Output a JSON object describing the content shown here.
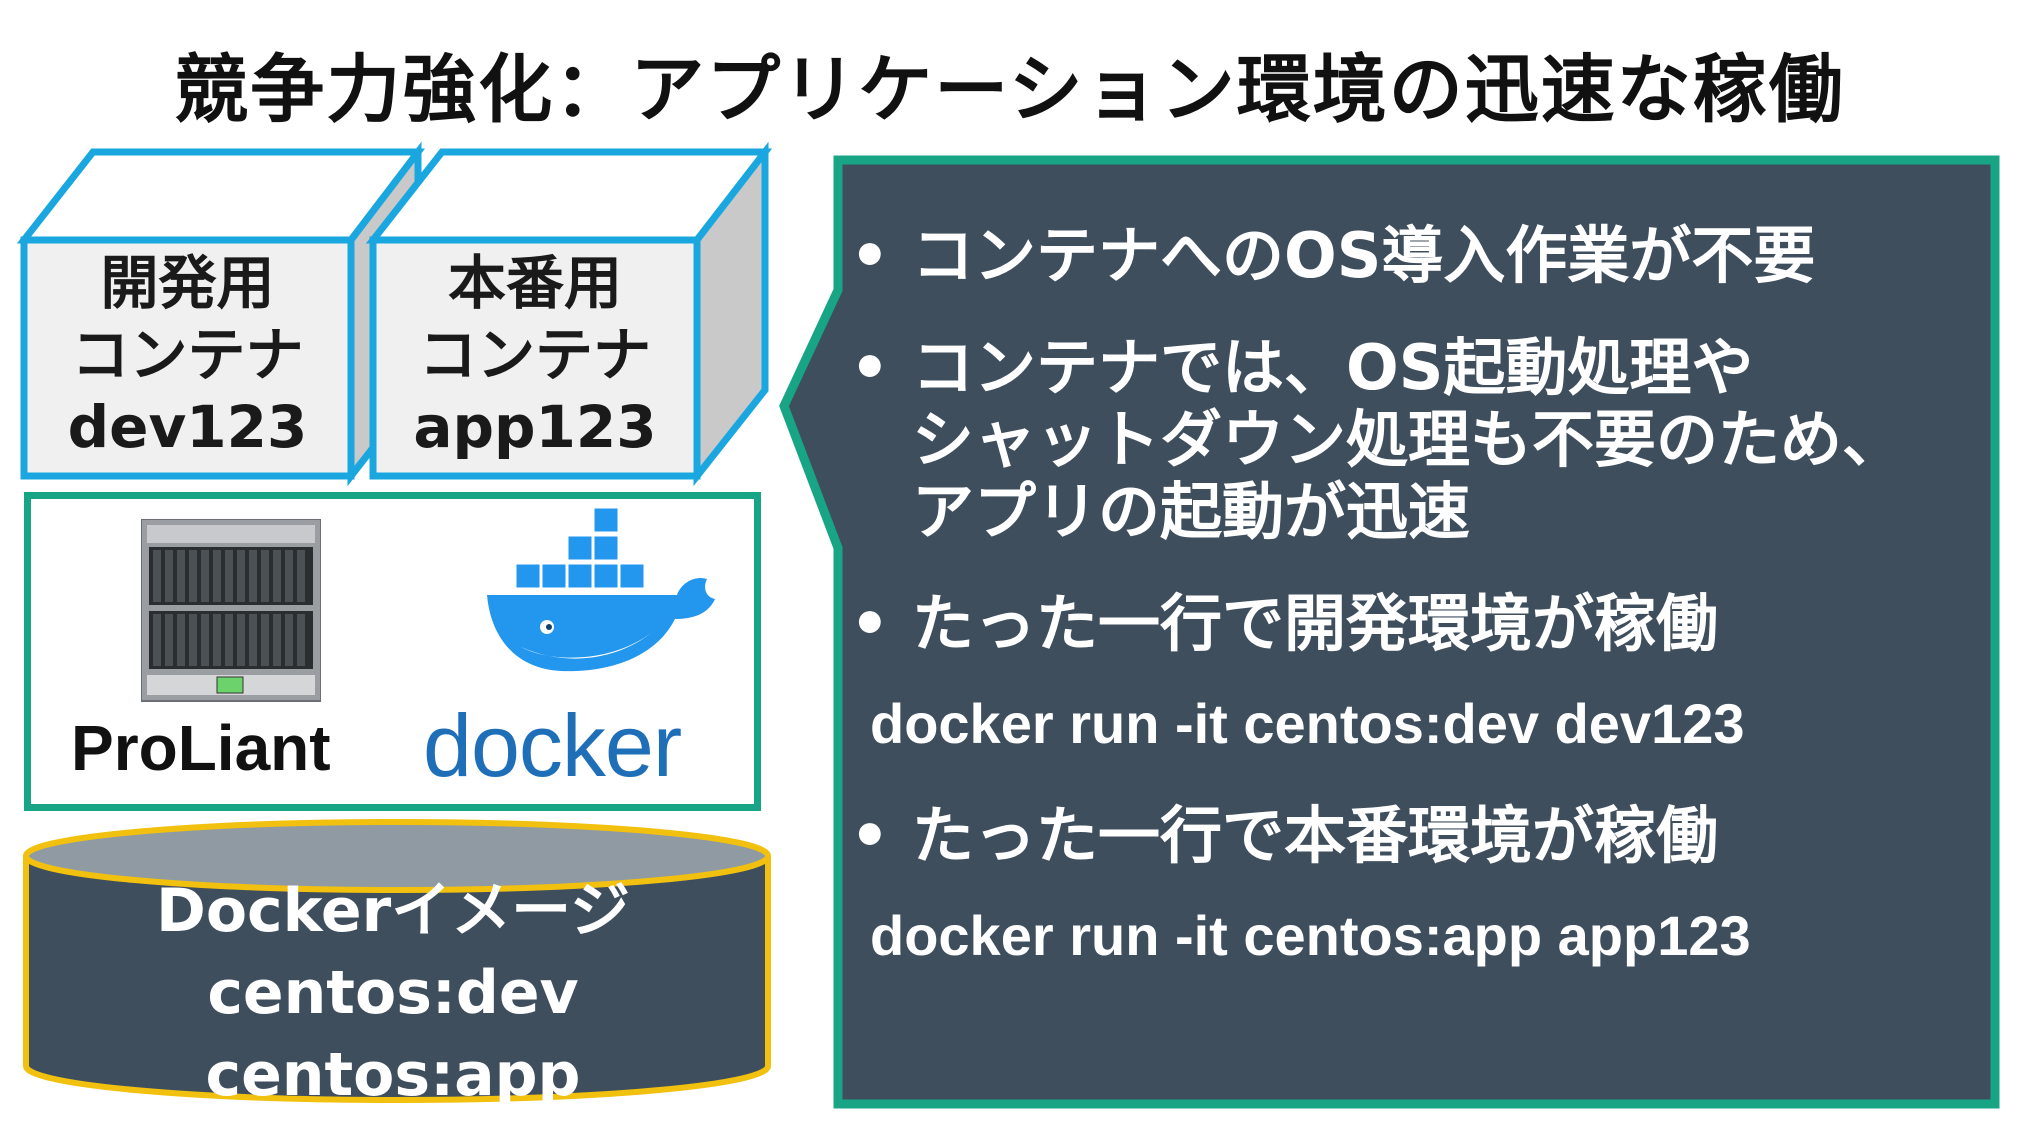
{
  "title": "競争力強化：アプリケーション環境の迅速な稼働",
  "containers": {
    "dev": {
      "line1": "開発用",
      "line2": "コンテナ",
      "line3": "dev123"
    },
    "app": {
      "line1": "本番用",
      "line2": "コンテナ",
      "line3": "app123"
    }
  },
  "host": {
    "server_label": "ProLiant",
    "engine_label": "docker",
    "server_icon": "blade-server-icon",
    "engine_icon": "docker-whale-icon"
  },
  "images": {
    "title": "Dockerイメージ",
    "items": [
      "centos:dev",
      "centos:app"
    ]
  },
  "callout": {
    "bullets": [
      {
        "lines": [
          "コンテナへのOS導入作業が不要"
        ]
      },
      {
        "lines": [
          "コンテナでは、OS起動処理や",
          "シャットダウン処理も不要のため、",
          "アプリの起動が迅速"
        ]
      },
      {
        "lines": [
          "たった一行で開発環境が稼働"
        ],
        "command": "docker run -it centos:dev dev123"
      },
      {
        "lines": [
          "たった一行で本番環境が稼働"
        ],
        "command": "docker run -it centos:app app123"
      }
    ]
  },
  "colors": {
    "accent_green": "#18a586",
    "accent_blue": "#1aa7e0",
    "accent_yellow": "#f2c00f",
    "panel_dark": "#3f4e5c",
    "cube_face": "#f0f0f0",
    "cube_side": "#c9c9c9"
  }
}
